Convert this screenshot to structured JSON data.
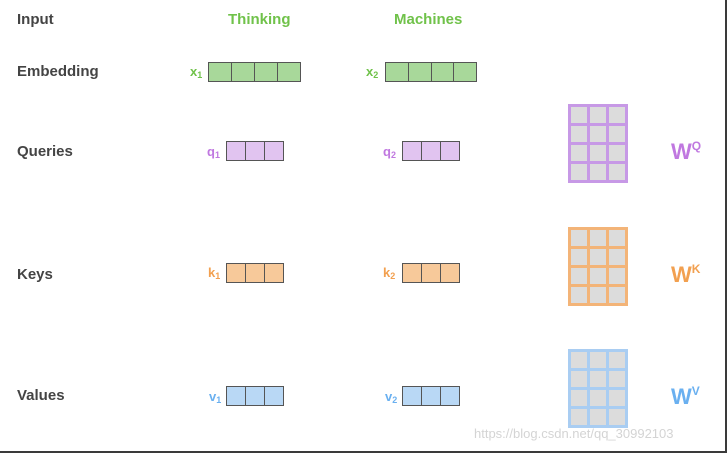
{
  "rows": {
    "input": "Input",
    "embedding": "Embedding",
    "queries": "Queries",
    "keys": "Keys",
    "values": "Values"
  },
  "words": [
    "Thinking",
    "Machines"
  ],
  "embedding": {
    "labels": [
      {
        "base": "x",
        "sub": "1"
      },
      {
        "base": "x",
        "sub": "2"
      }
    ],
    "cells": 4,
    "color": "#70c24a",
    "fill": "#a8d89a",
    "border": "#555555"
  },
  "queries": {
    "labels": [
      {
        "base": "q",
        "sub": "1"
      },
      {
        "base": "q",
        "sub": "2"
      }
    ],
    "cells": 3,
    "color": "#c078e0",
    "fill": "#e1c4f0",
    "border": "#555555"
  },
  "keys": {
    "labels": [
      {
        "base": "k",
        "sub": "1"
      },
      {
        "base": "k",
        "sub": "2"
      }
    ],
    "cells": 3,
    "color": "#f2a050",
    "fill": "#f7c99a",
    "border": "#555555"
  },
  "values": {
    "labels": [
      {
        "base": "v",
        "sub": "1"
      },
      {
        "base": "v",
        "sub": "2"
      }
    ],
    "cells": 3,
    "color": "#6ab0f0",
    "fill": "#b9d8f5",
    "border": "#555555"
  },
  "weights": [
    {
      "base": "W",
      "sup": "Q",
      "color": "#c078e0",
      "border": "#c799e6"
    },
    {
      "base": "W",
      "sup": "K",
      "color": "#f2a050",
      "border": "#f3b478"
    },
    {
      "base": "W",
      "sup": "V",
      "color": "#6ab0f0",
      "border": "#a9cdf2"
    }
  ],
  "word_color": "#70c24a",
  "watermark": "https://blog.csdn.net/qq_30992103"
}
